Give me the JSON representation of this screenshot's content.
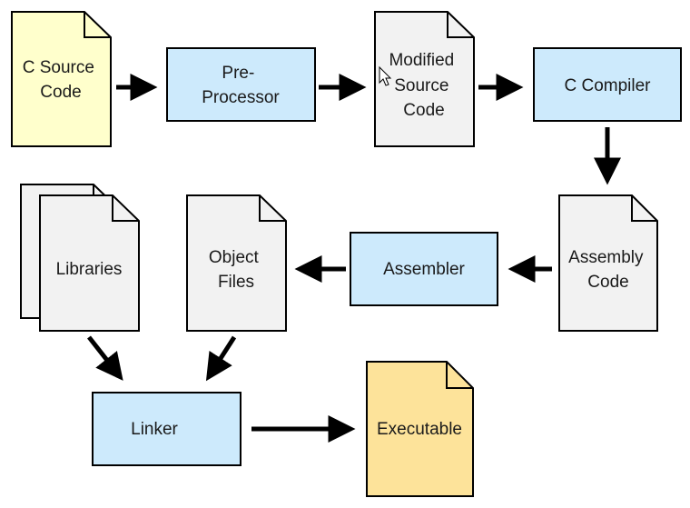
{
  "nodes": {
    "c_source": {
      "lines": [
        "C Source",
        "Code"
      ]
    },
    "preprocessor": {
      "lines": [
        "Pre-",
        "Processor"
      ]
    },
    "modified_source": {
      "lines": [
        "Modified",
        "Source",
        "Code"
      ]
    },
    "c_compiler": {
      "lines": [
        "C Compiler"
      ]
    },
    "assembly_code": {
      "lines": [
        "Assembly",
        "Code"
      ]
    },
    "assembler": {
      "lines": [
        "Assembler"
      ]
    },
    "object_files": {
      "lines": [
        "Object",
        "Files"
      ]
    },
    "libraries": {
      "lines": [
        "Libraries"
      ]
    },
    "linker": {
      "lines": [
        "Linker"
      ]
    },
    "executable": {
      "lines": [
        "Executable"
      ]
    }
  },
  "colors": {
    "process_fill": "#cdeafc",
    "file_fill": "#f2f2f2",
    "source_fill": "#ffffcc",
    "executable_fill": "#fde39a",
    "stroke": "#000000"
  }
}
